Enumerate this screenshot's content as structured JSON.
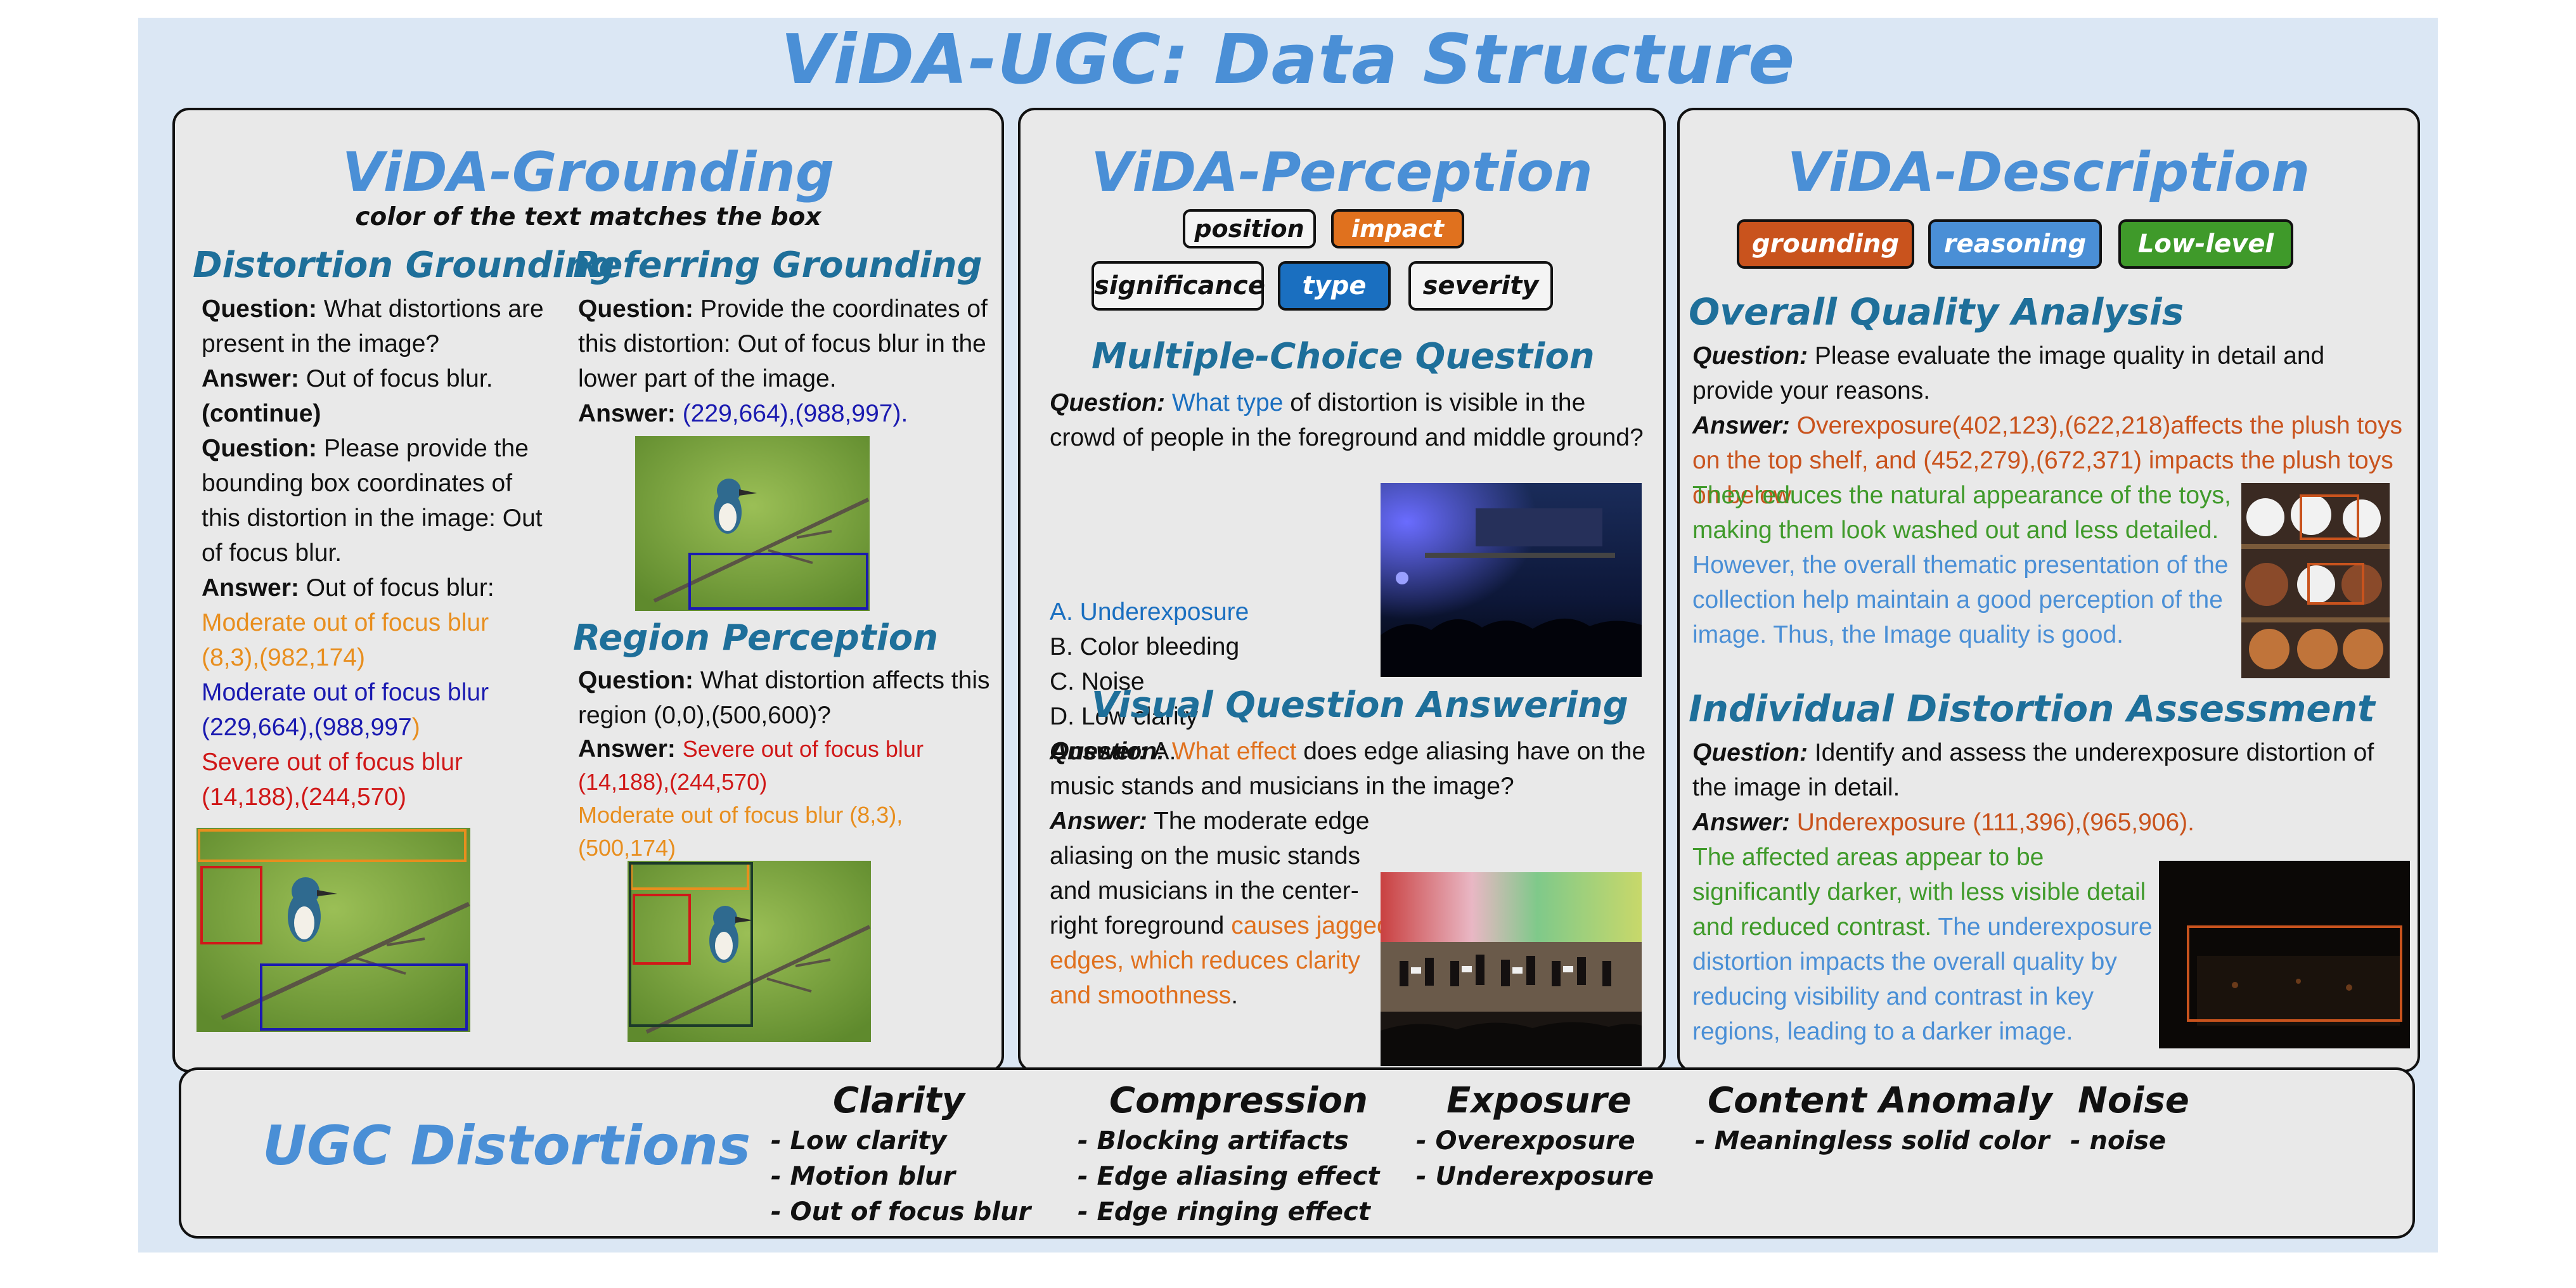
{
  "title": "ViDA-UGC: Data Structure",
  "grounding": {
    "title": "ViDA-Grounding",
    "subtitle": "color of the text matches the box",
    "distortion": {
      "heading": "Distortion Grounding",
      "q_label": "Question:",
      "a_label": "Answer:",
      "q1": "What distortions are present in the image?",
      "a1": "Out of focus blur.",
      "continue": "(continue)",
      "q2": "Please provide the bounding box coordinates of this distortion in the image: Out of focus blur.",
      "a2": "Out of focus blur:",
      "item1_name": "Moderate out of focus blur",
      "item1_coords": "(8,3),(982,174)",
      "item2_name": "Moderate out of focus blur",
      "item2_coords": "(229,664),(988,997",
      "item2_close": ")",
      "item3_name": "Severe out of focus blur",
      "item3_coords": "(14,188),(244,570)"
    },
    "referring": {
      "heading": "Referring Grounding",
      "q_label": "Question:",
      "a_label": "Answer:",
      "q": "Provide the coordinates of this distortion: Out of focus blur in the lower part of the image.",
      "a": "(229,664),(988,997)."
    },
    "region": {
      "heading": "Region Perception",
      "q_label": "Question:",
      "a_label": "Answer:",
      "q": "What distortion affects this region (0,0),(500,600)?",
      "a1": "Severe out of focus blur (14,188),(244,570)",
      "a2": "Moderate out of focus blur (8,3),(500,174)"
    }
  },
  "perception": {
    "title": "ViDA-Perception",
    "tags": [
      "position",
      "impact",
      "significance",
      "type",
      "severity"
    ],
    "mcq": {
      "heading": "Multiple-Choice Question",
      "q_label": "Question:",
      "q_highlight": "What type",
      "q_rest": " of distortion is visible in the crowd of people in the foreground and middle ground?",
      "options": [
        "A. Underexposure",
        "B. Color bleeding",
        "C. Noise",
        "D. Low clarity"
      ],
      "a_label": "Answer:",
      "a": " A."
    },
    "vqa": {
      "heading": "Visual Question Answering",
      "q_label": "Question:",
      "q_highlight": "What effect",
      "q_rest": " does edge aliasing have on the music stands and musicians in the image?",
      "a_label": "Answer:",
      "a_plain": " The moderate edge aliasing on the music stands and musicians in the center-right foreground ",
      "a_highlight": "causes jagged edges, which reduces clarity and smoothness",
      "a_end": "."
    }
  },
  "description": {
    "title": "ViDA-Description",
    "tags": [
      "grounding",
      "reasoning",
      "Low-level"
    ],
    "overall": {
      "heading": "Overall Quality Analysis",
      "q_label": "Question:",
      "q": " Please evaluate the image quality in detail and provide your reasons.",
      "a_label": "Answer:",
      "a_grounding": " Overexposure(402,123),(622,218)affects the plush toys on the top shelf, and (452,279),(672,371) impacts the plush toys on below.",
      "a_lowlevel": " They reduces the natural appearance of the toys, making them look washed out and less detailed.",
      "a_reasoning": " However, the overall thematic presentation of the collection help maintain a good perception of the image. Thus, the Image quality is good."
    },
    "individual": {
      "heading": "Individual Distortion Assessment",
      "q_label": "Question:",
      "q": " Identify and assess the underexposure distortion of the image in detail.",
      "a_label": "Answer:",
      "a_grounding": " Underexposure (111,396),(965,906).",
      "a_lowlevel": " The affected areas appear to be significantly darker, with less visible detail and reduced contrast.",
      "a_reasoning": " The underexposure distortion impacts the overall quality by reducing visibility and contrast in key regions, leading to a darker image."
    }
  },
  "ugc": {
    "title": "UGC Distortions",
    "categories": [
      {
        "name": "Clarity",
        "items": [
          "- Low clarity",
          "- Motion blur",
          "- Out of focus blur"
        ]
      },
      {
        "name": "Compression",
        "items": [
          "- Blocking artifacts",
          "- Edge aliasing effect",
          "- Edge ringing effect"
        ]
      },
      {
        "name": "Exposure",
        "items": [
          "- Overexposure",
          "- Underexposure"
        ]
      },
      {
        "name": "Content Anomaly",
        "items": [
          "- Meaningless solid color"
        ]
      },
      {
        "name": "Noise",
        "items": [
          "- noise"
        ]
      }
    ]
  },
  "colors": {
    "title_blue": "#4a8fd6",
    "heading_teal": "#1e6f9a",
    "orange_box": "#e88e1e",
    "navy_box": "#1a1ab0",
    "red_box": "#d01818",
    "tag_grounding": "#c9531d",
    "tag_reasoning": "#4a8fd6",
    "tag_lowlevel": "#3f9a2a"
  },
  "icons": {
    "bird_image": "kingfisher-on-branch-photo",
    "concert_image": "concert-crowd-photo",
    "orchestra_image": "orchestra-stage-photo",
    "plush_image": "plush-toys-shelf-photo",
    "dark_image": "dark-underexposed-photo"
  }
}
